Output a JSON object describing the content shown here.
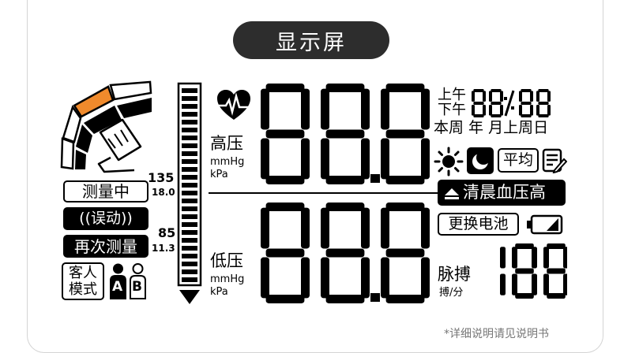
{
  "title": "显示屏",
  "footnote": "*详细说明请见说明书",
  "left": {
    "measuring": "测量中",
    "error_motion": "((误动))",
    "remeasure": "再次测量",
    "guest_mode_line1": "客人",
    "guest_mode_line2": "模式",
    "user_a": "A",
    "user_b": "B",
    "scale_high": "135",
    "scale_high_kpa": "18.0",
    "scale_low": "85",
    "scale_low_kpa": "11.3"
  },
  "systolic": {
    "label": "高压",
    "unit1": "mmHg",
    "unit2": "kPa",
    "digits": "88.8"
  },
  "diastolic": {
    "label": "低压",
    "unit1": "mmHg",
    "unit2": "kPa",
    "digits": "88.8"
  },
  "right": {
    "am": "上午",
    "pm": "下午",
    "clock_hours": "88",
    "clock_minutes": "88",
    "week_labels": "本周 年 月上周日",
    "average": "平均",
    "morning_high": "清晨血压高",
    "replace_battery": "更换电池",
    "pulse_label": "脉搏",
    "pulse_unit": "搏/分",
    "pulse_digits": "188"
  },
  "icons": [
    "heart-ecg-icon",
    "sun-icon",
    "moon-icon",
    "memo-edit-icon",
    "battery-icon",
    "cuff-icon",
    "triangle-up-icon",
    "person-a-icon",
    "person-b-icon"
  ],
  "colors": {
    "accent": "#f08a2c",
    "lcd": "#000000",
    "pill": "#2d2d2d"
  }
}
